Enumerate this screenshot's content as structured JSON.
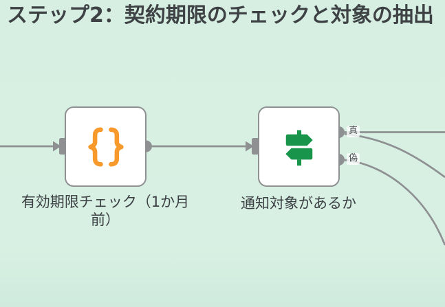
{
  "title": "ステップ2：契約期限のチェックと対象の抽出",
  "colors": {
    "background": "#D7EFE2",
    "node_fill": "#FFFFFF",
    "node_border": "#8E9092",
    "edge": "#8E9092",
    "title_text": "#3E4245",
    "caption_text": "#3B3F43",
    "code_icon_orange": "#F8992C",
    "if_icon_green": "#18954B"
  },
  "nodes": [
    {
      "id": "code-node",
      "label": "有効期限チェック（1か月前）",
      "icon": "curly-braces-icon"
    },
    {
      "id": "if-node",
      "label": "通知対象があるか",
      "icon": "signpost-icon",
      "outputs": [
        {
          "label": "真"
        },
        {
          "label": "偽"
        }
      ]
    }
  ],
  "connections": [
    {
      "from": "offscreen-left",
      "to": "code-node"
    },
    {
      "from": "code-node",
      "to": "if-node"
    },
    {
      "from": "if-node",
      "branch": "真",
      "to": "offscreen-right-straight"
    },
    {
      "from": "if-node",
      "branch": "真",
      "to": "offscreen-right-curve"
    },
    {
      "from": "if-node",
      "branch": "偽",
      "to": "offscreen-bottom-right-curve"
    }
  ]
}
